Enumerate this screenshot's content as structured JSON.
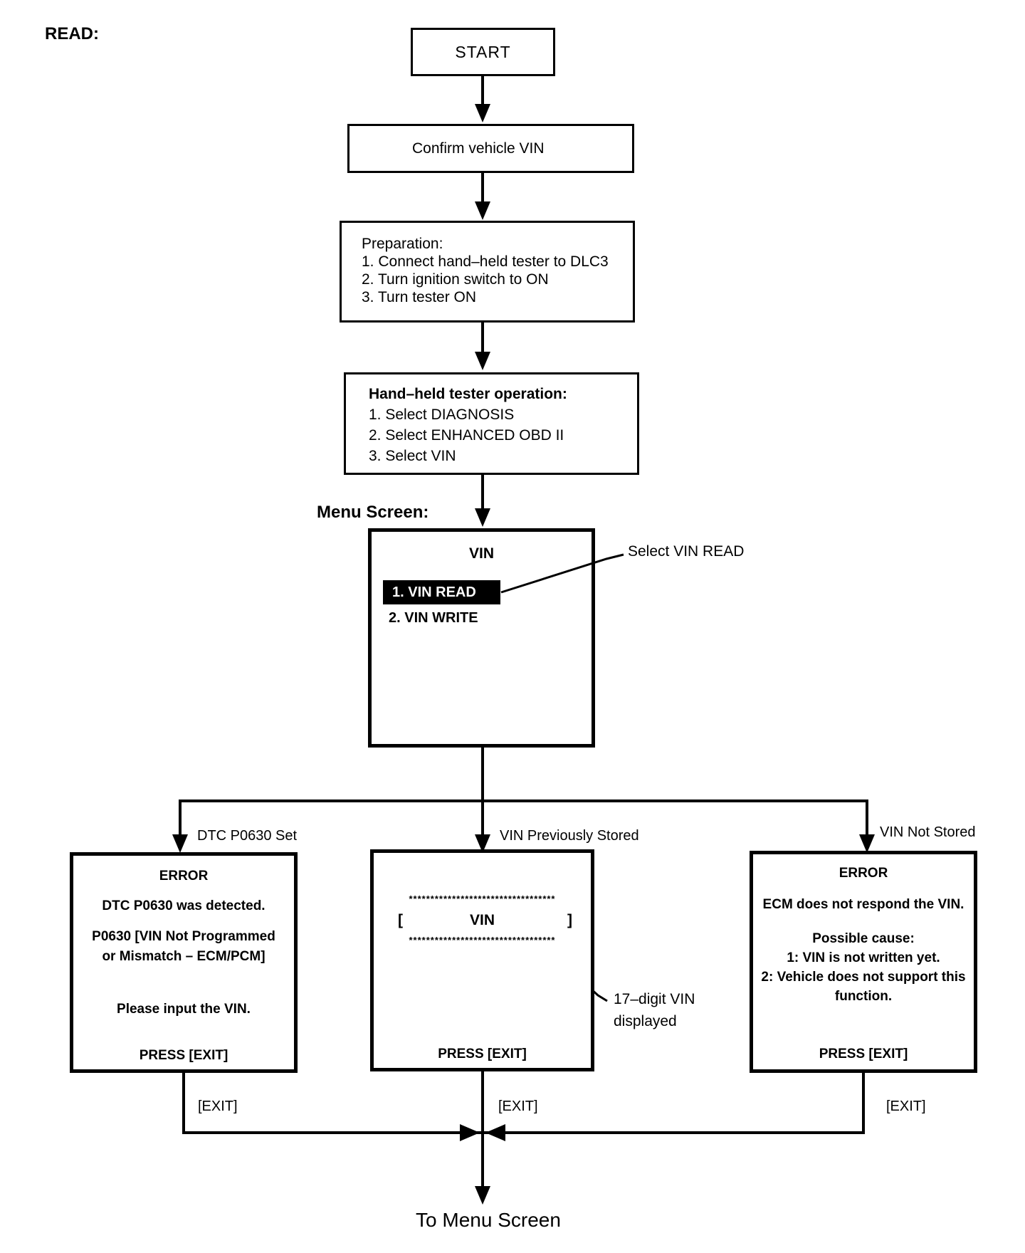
{
  "page": {
    "read_label": "READ:",
    "menu_screen_label": "Menu Screen:",
    "to_menu_screen": "To Menu Screen"
  },
  "colors": {
    "ink": "#000000",
    "paper": "#ffffff",
    "highlight_bg": "#000000",
    "highlight_text": "#ffffff"
  },
  "flow": {
    "start": "START",
    "confirm": "Confirm vehicle VIN",
    "preparation": {
      "title": "Preparation:",
      "steps": [
        "1. Connect hand–held tester to DLC3",
        "2. Turn ignition switch to ON",
        "3. Turn tester ON"
      ]
    },
    "tester_op": {
      "title": "Hand–held tester operation:",
      "steps": [
        "1. Select DIAGNOSIS",
        "2. Select ENHANCED OBD II",
        "3. Select VIN"
      ]
    },
    "menu": {
      "title": "VIN",
      "selected_item": "1. VIN READ",
      "item2": "2. VIN WRITE",
      "annotation": "Select VIN READ"
    }
  },
  "branches": {
    "left": {
      "label": "DTC P0630 Set",
      "screen_title": "ERROR",
      "line1": "DTC P0630 was detected.",
      "line2": "P0630  [VIN Not Programmed",
      "line3": "or Mismatch – ECM/PCM]",
      "line4": "Please input the VIN.",
      "press": "PRESS [EXIT]",
      "exit_label": "[EXIT]"
    },
    "center": {
      "label": "VIN Previously Stored",
      "asterisks": "**********************************",
      "bracket_open": "[",
      "vin_word": "VIN",
      "bracket_close": "]",
      "press": "PRESS [EXIT]",
      "exit_label": "[EXIT]",
      "annotation_line1": "17–digit VIN",
      "annotation_line2": "displayed"
    },
    "right": {
      "label": "VIN Not Stored",
      "screen_title": "ERROR",
      "line1": "ECM does not respond the VIN.",
      "line2": "Possible cause:",
      "line3": "1: VIN is not written yet.",
      "line4": "2: Vehicle does not support this",
      "line5": "function.",
      "press": "PRESS [EXIT]",
      "exit_label": "[EXIT]"
    }
  }
}
